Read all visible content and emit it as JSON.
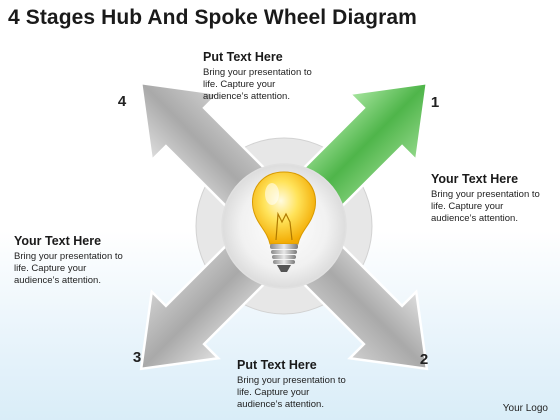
{
  "title": "4 Stages Hub And Spoke Wheel Diagram",
  "stages": [
    {
      "number": "1",
      "heading": "Your Text Here",
      "body": "Bring your presentation to\nlife. Capture your\naudience’s  attention.",
      "color": "#5fc25a"
    },
    {
      "number": "2",
      "heading": "Put Text Here",
      "body": "Bring your presentation to\nlife. Capture your\naudience’s  attention.",
      "color": "#b5b5b5"
    },
    {
      "number": "3",
      "heading": "Your Text Here",
      "body": "Bring your presentation to\nlife. Capture your\naudience’s  attention.",
      "color": "#b5b5b5"
    },
    {
      "number": "4",
      "heading": "Put Text Here",
      "body": "Bring your presentation to\nlife. Capture your\naudience’s  attention.",
      "color": "#b5b5b5"
    }
  ],
  "hub": {
    "icon": "light-bulb-icon"
  },
  "footer": {
    "logo_text": "Your Logo"
  }
}
